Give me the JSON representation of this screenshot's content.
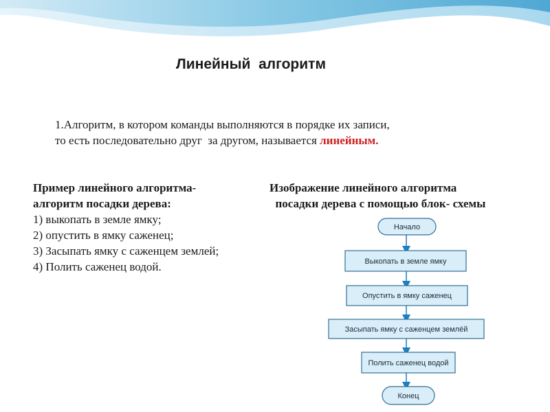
{
  "slide": {
    "title": "Линейный  алгоритм",
    "definition": {
      "line1": "1.Алгоритм, в котором команды выполняются в порядке их записи,",
      "line2_prefix": "то есть последовательно друг  за другом, называется ",
      "line2_highlight": "линейным",
      "line2_suffix": "."
    },
    "example": {
      "heading_line1": "Пример линейного алгоритма-",
      "heading_line2": "алгоритм посадки дерева:",
      "steps": [
        "1) выкопать в земле ямку;",
        "2) опустить в ямку саженец;",
        "3) Засыпать ямку с саженцем землей;",
        "4) Полить саженец водой."
      ]
    },
    "flowchart": {
      "caption_line1": "Изображение линейного алгоритма",
      "caption_line2": "посадки дерева с помощью блок- схемы",
      "start_label": "Начало",
      "steps": [
        "Выкопать в земле ямку",
        "Опустить в ямку саженец",
        "Засыпать ямку с саженцем землёй",
        "Полить саженец водой"
      ],
      "end_label": "Конец"
    },
    "colors": {
      "highlight": "#cc2222",
      "block_fill": "#d9eef9",
      "block_stroke": "#2f6f94",
      "arrow": "#1c7fc0"
    }
  }
}
